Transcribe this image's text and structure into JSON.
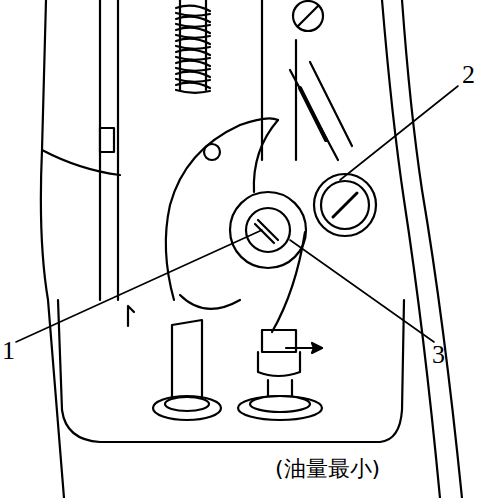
{
  "diagram": {
    "caption": "(油量最小)",
    "labels": [
      "2",
      "1",
      "3"
    ]
  }
}
